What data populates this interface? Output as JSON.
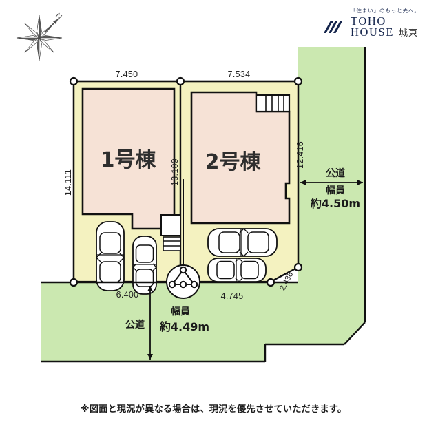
{
  "logo": {
    "tagline": "「住まい」のもっと先へ。",
    "line1": "TOHO",
    "line2": "HOUSE",
    "suffix": "城東",
    "mark_name": "toho-chevron-mark",
    "color": "#16264d"
  },
  "compass": {
    "north_label": "N",
    "name": "compass-rose"
  },
  "footer": {
    "note": "※図面と現況が異なる場合は、現況を優先させていただきます。"
  },
  "buildings": [
    {
      "id": "lot1",
      "label": "1号棟"
    },
    {
      "id": "lot2",
      "label": "2号棟"
    }
  ],
  "dimensions": {
    "top_left": "7.450",
    "top_right": "7.534",
    "left_side": "14.111",
    "middle": "13.109",
    "right_side": "12.416",
    "bottom_left": "6.400",
    "bottom_right": "4.745",
    "corner_diagonal": "2.436"
  },
  "roads": {
    "east": {
      "name_label": "公道",
      "width_label": "幅員",
      "width_value": "約4.50m"
    },
    "south": {
      "name_label": "公道",
      "width_label": "幅員",
      "width_value": "約4.49m"
    }
  },
  "colors": {
    "road_green": "#cbe8b0",
    "lot_yellow": "#f4f2c0",
    "building_pink": "#f6e2d6",
    "outline": "#111111",
    "text": "#222222",
    "brand": "#16264d"
  },
  "symbols": {
    "manhole": "manhole-symbol",
    "stairs_lot1": "entry-steps",
    "stairs_lot2": "balcony-stairs",
    "car_count_lot1": 2,
    "car_count_lot2": 2
  }
}
